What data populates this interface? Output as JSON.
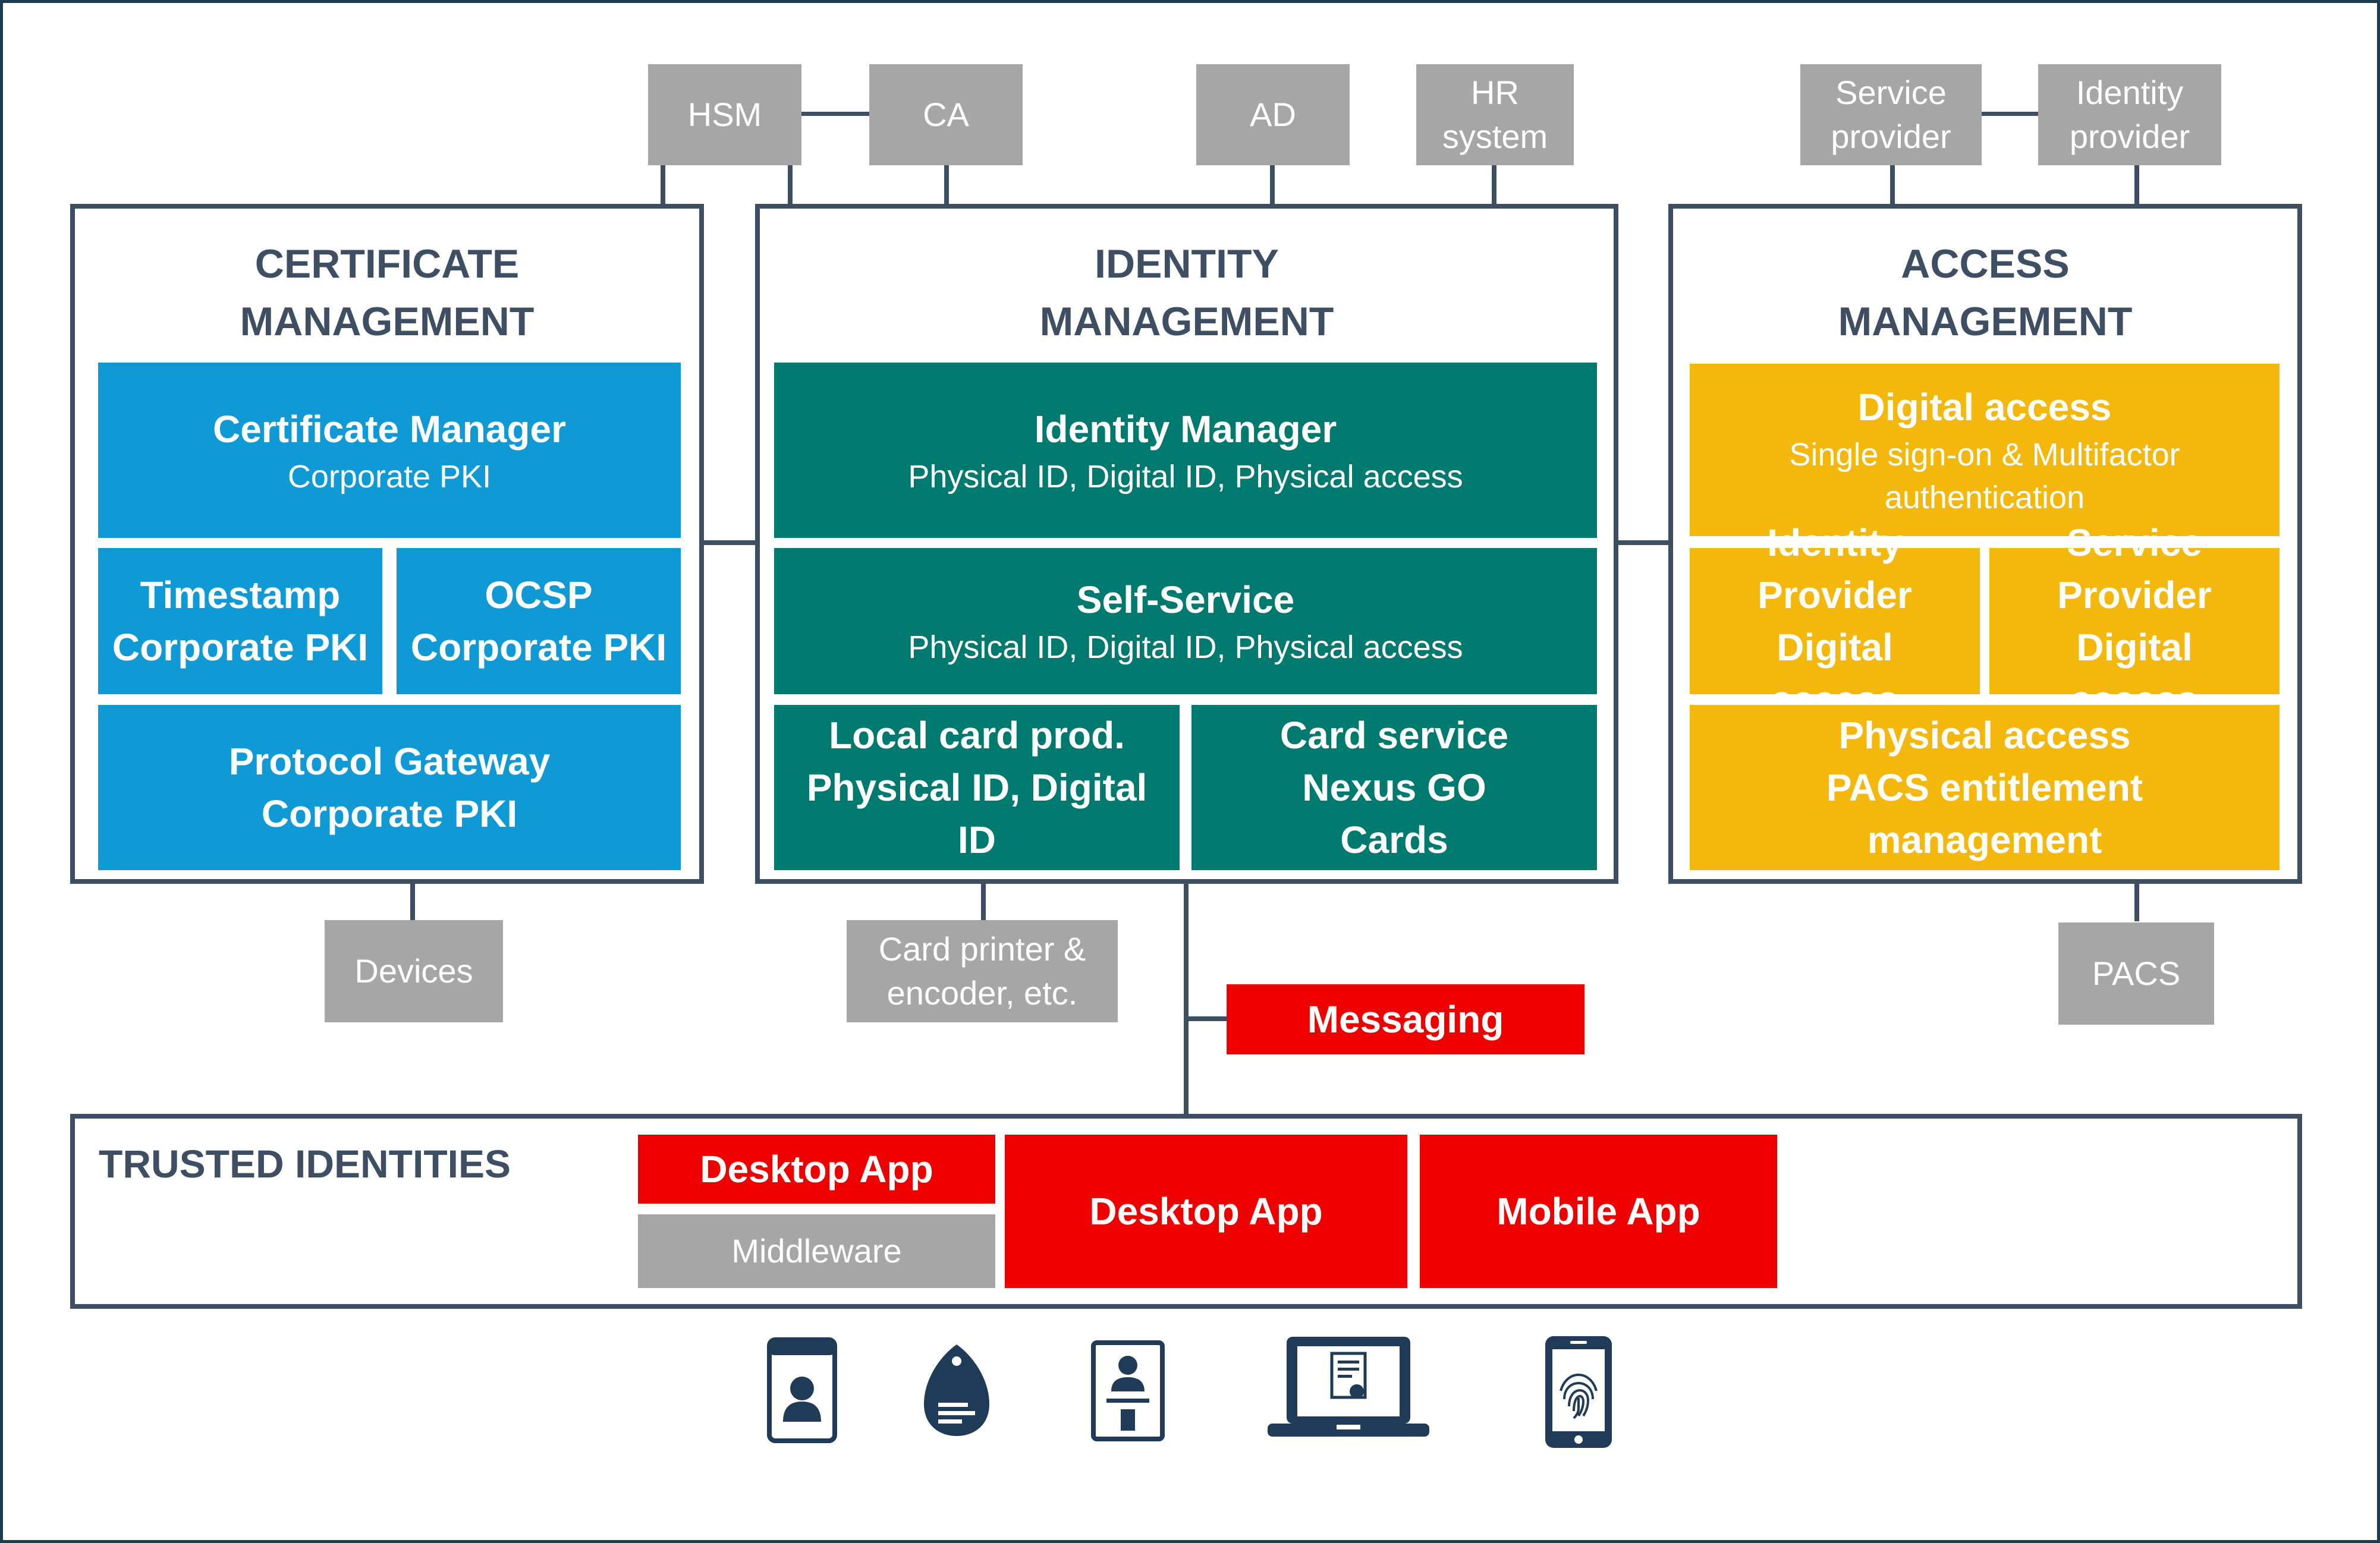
{
  "top_systems": {
    "hsm": "HSM",
    "ca": "CA",
    "ad": "AD",
    "hr_system": "HR system",
    "service_provider": "Service provider",
    "identity_provider": "Identity provider"
  },
  "certificate_management": {
    "title": "CERTIFICATE MANAGEMENT",
    "certificate_manager": {
      "title": "Certificate Manager",
      "subtitle": "Corporate PKI"
    },
    "timestamp": {
      "title": "Timestamp Corporate PKI"
    },
    "ocsp": {
      "title": "OCSP Corporate PKI"
    },
    "protocol_gateway": {
      "title": "Protocol Gateway Corporate PKI"
    }
  },
  "identity_management": {
    "title": "IDENTITY MANAGEMENT",
    "identity_manager": {
      "title": "Identity Manager",
      "subtitle": "Physical ID, Digital ID, Physical access"
    },
    "self_service": {
      "title": "Self-Service",
      "subtitle": "Physical ID, Digital ID, Physical access"
    },
    "local_card_prod": {
      "title": "Local card prod. Physical ID, Digital ID"
    },
    "card_service": {
      "title": "Card service Nexus GO Cards"
    }
  },
  "access_management": {
    "title": "ACCESS MANAGEMENT",
    "digital_access": {
      "title": "Digital access",
      "subtitle": "Single sign-on & Multifactor authentication"
    },
    "identity_provider": {
      "title": "Identity Provider Digital access"
    },
    "service_provider": {
      "title": "Service Provider Digital access"
    },
    "physical_access": {
      "title": "Physical access PACS entitlement management"
    }
  },
  "bottom_systems": {
    "devices": "Devices",
    "card_printer": "Card printer & encoder, etc.",
    "messaging": "Messaging",
    "pacs": "PACS"
  },
  "trusted_identities": {
    "title": "TRUSTED IDENTITIES",
    "desktop_app_small": "Desktop App",
    "middleware": "Middleware",
    "desktop_app": "Desktop App",
    "mobile_app": "Mobile App"
  },
  "icons": [
    "id-badge-icon",
    "key-fob-icon",
    "id-card-icon",
    "laptop-certificate-icon",
    "smartphone-fingerprint-icon"
  ],
  "colors": {
    "blue": "#0f9ad6",
    "teal": "#00796f",
    "yellow": "#f4b70c",
    "red": "#ee0000",
    "grey": "#a6a6a6",
    "outline": "#3f4f63"
  }
}
